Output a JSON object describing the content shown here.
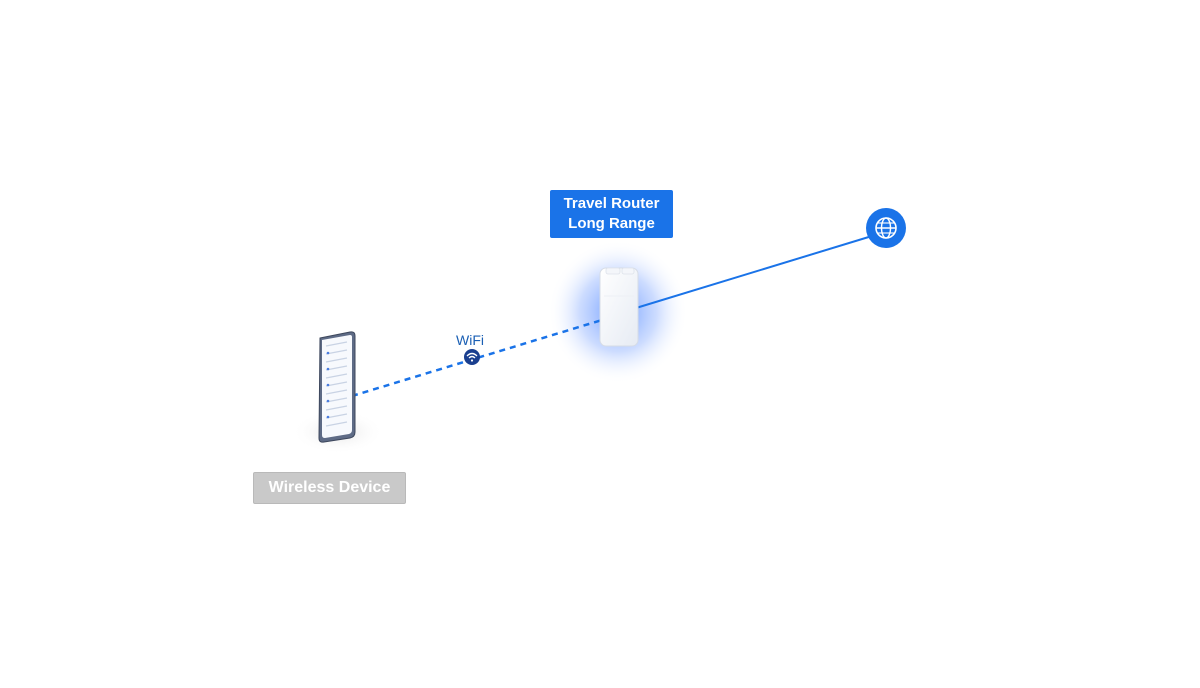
{
  "router": {
    "label_line1": "Travel Router",
    "label_line2": "Long Range"
  },
  "device": {
    "label": "Wireless Device"
  },
  "link": {
    "wifi_label": "WiFi"
  },
  "icons": {
    "internet": "globe-icon",
    "wifi": "wifi-icon",
    "phone": "smartphone-icon",
    "router": "router-device-icon"
  },
  "colors": {
    "accent": "#1a73e8",
    "wifi_badge": "#1a3f8f",
    "device_label_bg": "#c9c9c9",
    "router_glow": "#3f7cff"
  }
}
